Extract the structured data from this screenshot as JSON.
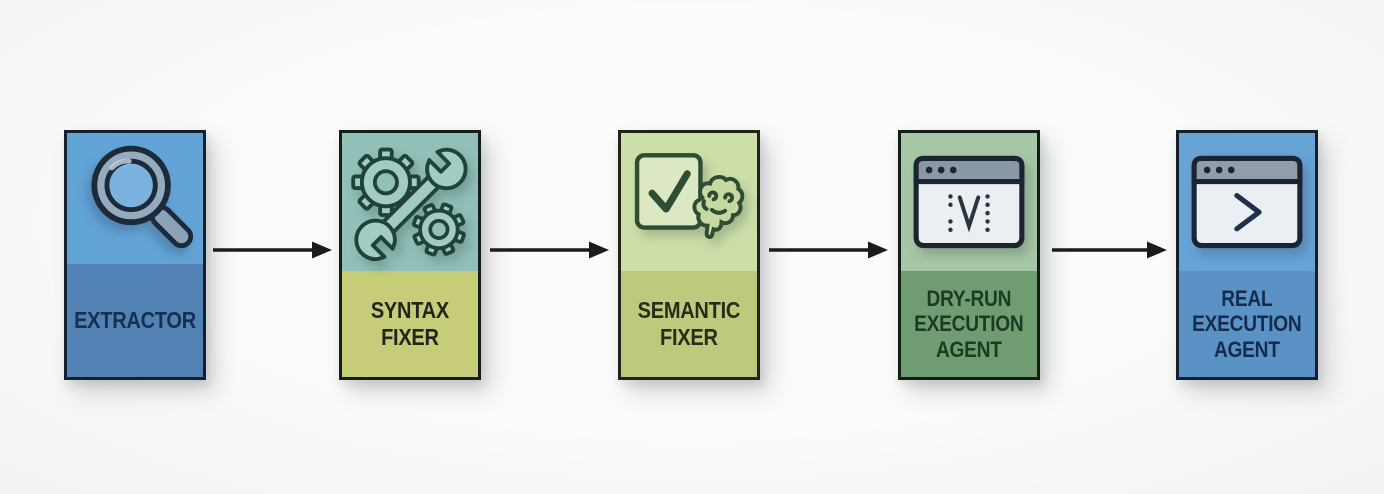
{
  "diagram": {
    "background_color": "#F9F9F7",
    "arrow_color": "#1B1B1B"
  },
  "stages": [
    {
      "label_lines": [
        "EXTRACTOR"
      ],
      "icon": "magnifier-icon",
      "top_color": "#63A4D7",
      "bottom_color": "#5282B4",
      "border_color": "#14202E",
      "text_color": "#16304F"
    },
    {
      "label_lines": [
        "SYNTAX",
        "FIXER"
      ],
      "icon": "gears-wrench-icon",
      "top_color": "#90C0B7",
      "bottom_color": "#C6CC78",
      "border_color": "#151F1A",
      "text_color": "#20261A"
    },
    {
      "label_lines": [
        "SEMANTIC",
        "FIXER"
      ],
      "icon": "checklist-brain-icon",
      "top_color": "#CDDFA8",
      "bottom_color": "#BFC97D",
      "border_color": "#1E2417",
      "text_color": "#262D19"
    },
    {
      "label_lines": [
        "DRY-RUN",
        "EXECUTION",
        "AGENT"
      ],
      "icon": "dry-run-window-icon",
      "top_color": "#A6C7A5",
      "bottom_color": "#6F9C70",
      "border_color": "#131C15",
      "text_color": "#1C3B22"
    },
    {
      "label_lines": [
        "REAL",
        "EXECUTION",
        "AGENT"
      ],
      "icon": "terminal-window-icon",
      "top_color": "#67A3D5",
      "bottom_color": "#5B92C5",
      "border_color": "#141F2D",
      "text_color": "#142C4E"
    }
  ]
}
